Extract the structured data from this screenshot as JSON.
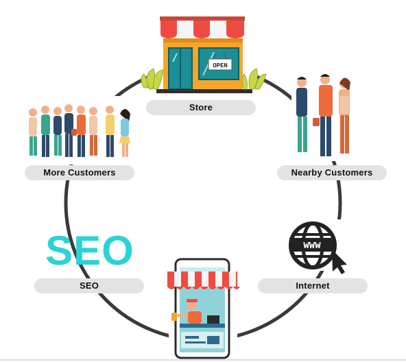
{
  "nodes": {
    "store": {
      "label": "Store",
      "sign": "OPEN"
    },
    "nearby_customers": {
      "label": "Nearby Customers"
    },
    "internet": {
      "label": "Internet",
      "globe_text": "WWW"
    },
    "seo": {
      "label": "SEO",
      "word": "SEO"
    },
    "more_customers": {
      "label": "More Customers"
    }
  },
  "colors": {
    "cycle_line": "#3a3a3a",
    "pill_bg": "#e3e3e3",
    "seo_text": "#2cd3d6",
    "awning_red": "#ee4b42",
    "store_orange": "#f6a52a",
    "glass_teal": "#1b8f96"
  },
  "icons": [
    "storefront-icon",
    "customers-group-icon",
    "www-globe-cursor-icon",
    "phone-shop-icon",
    "crowd-icon"
  ]
}
